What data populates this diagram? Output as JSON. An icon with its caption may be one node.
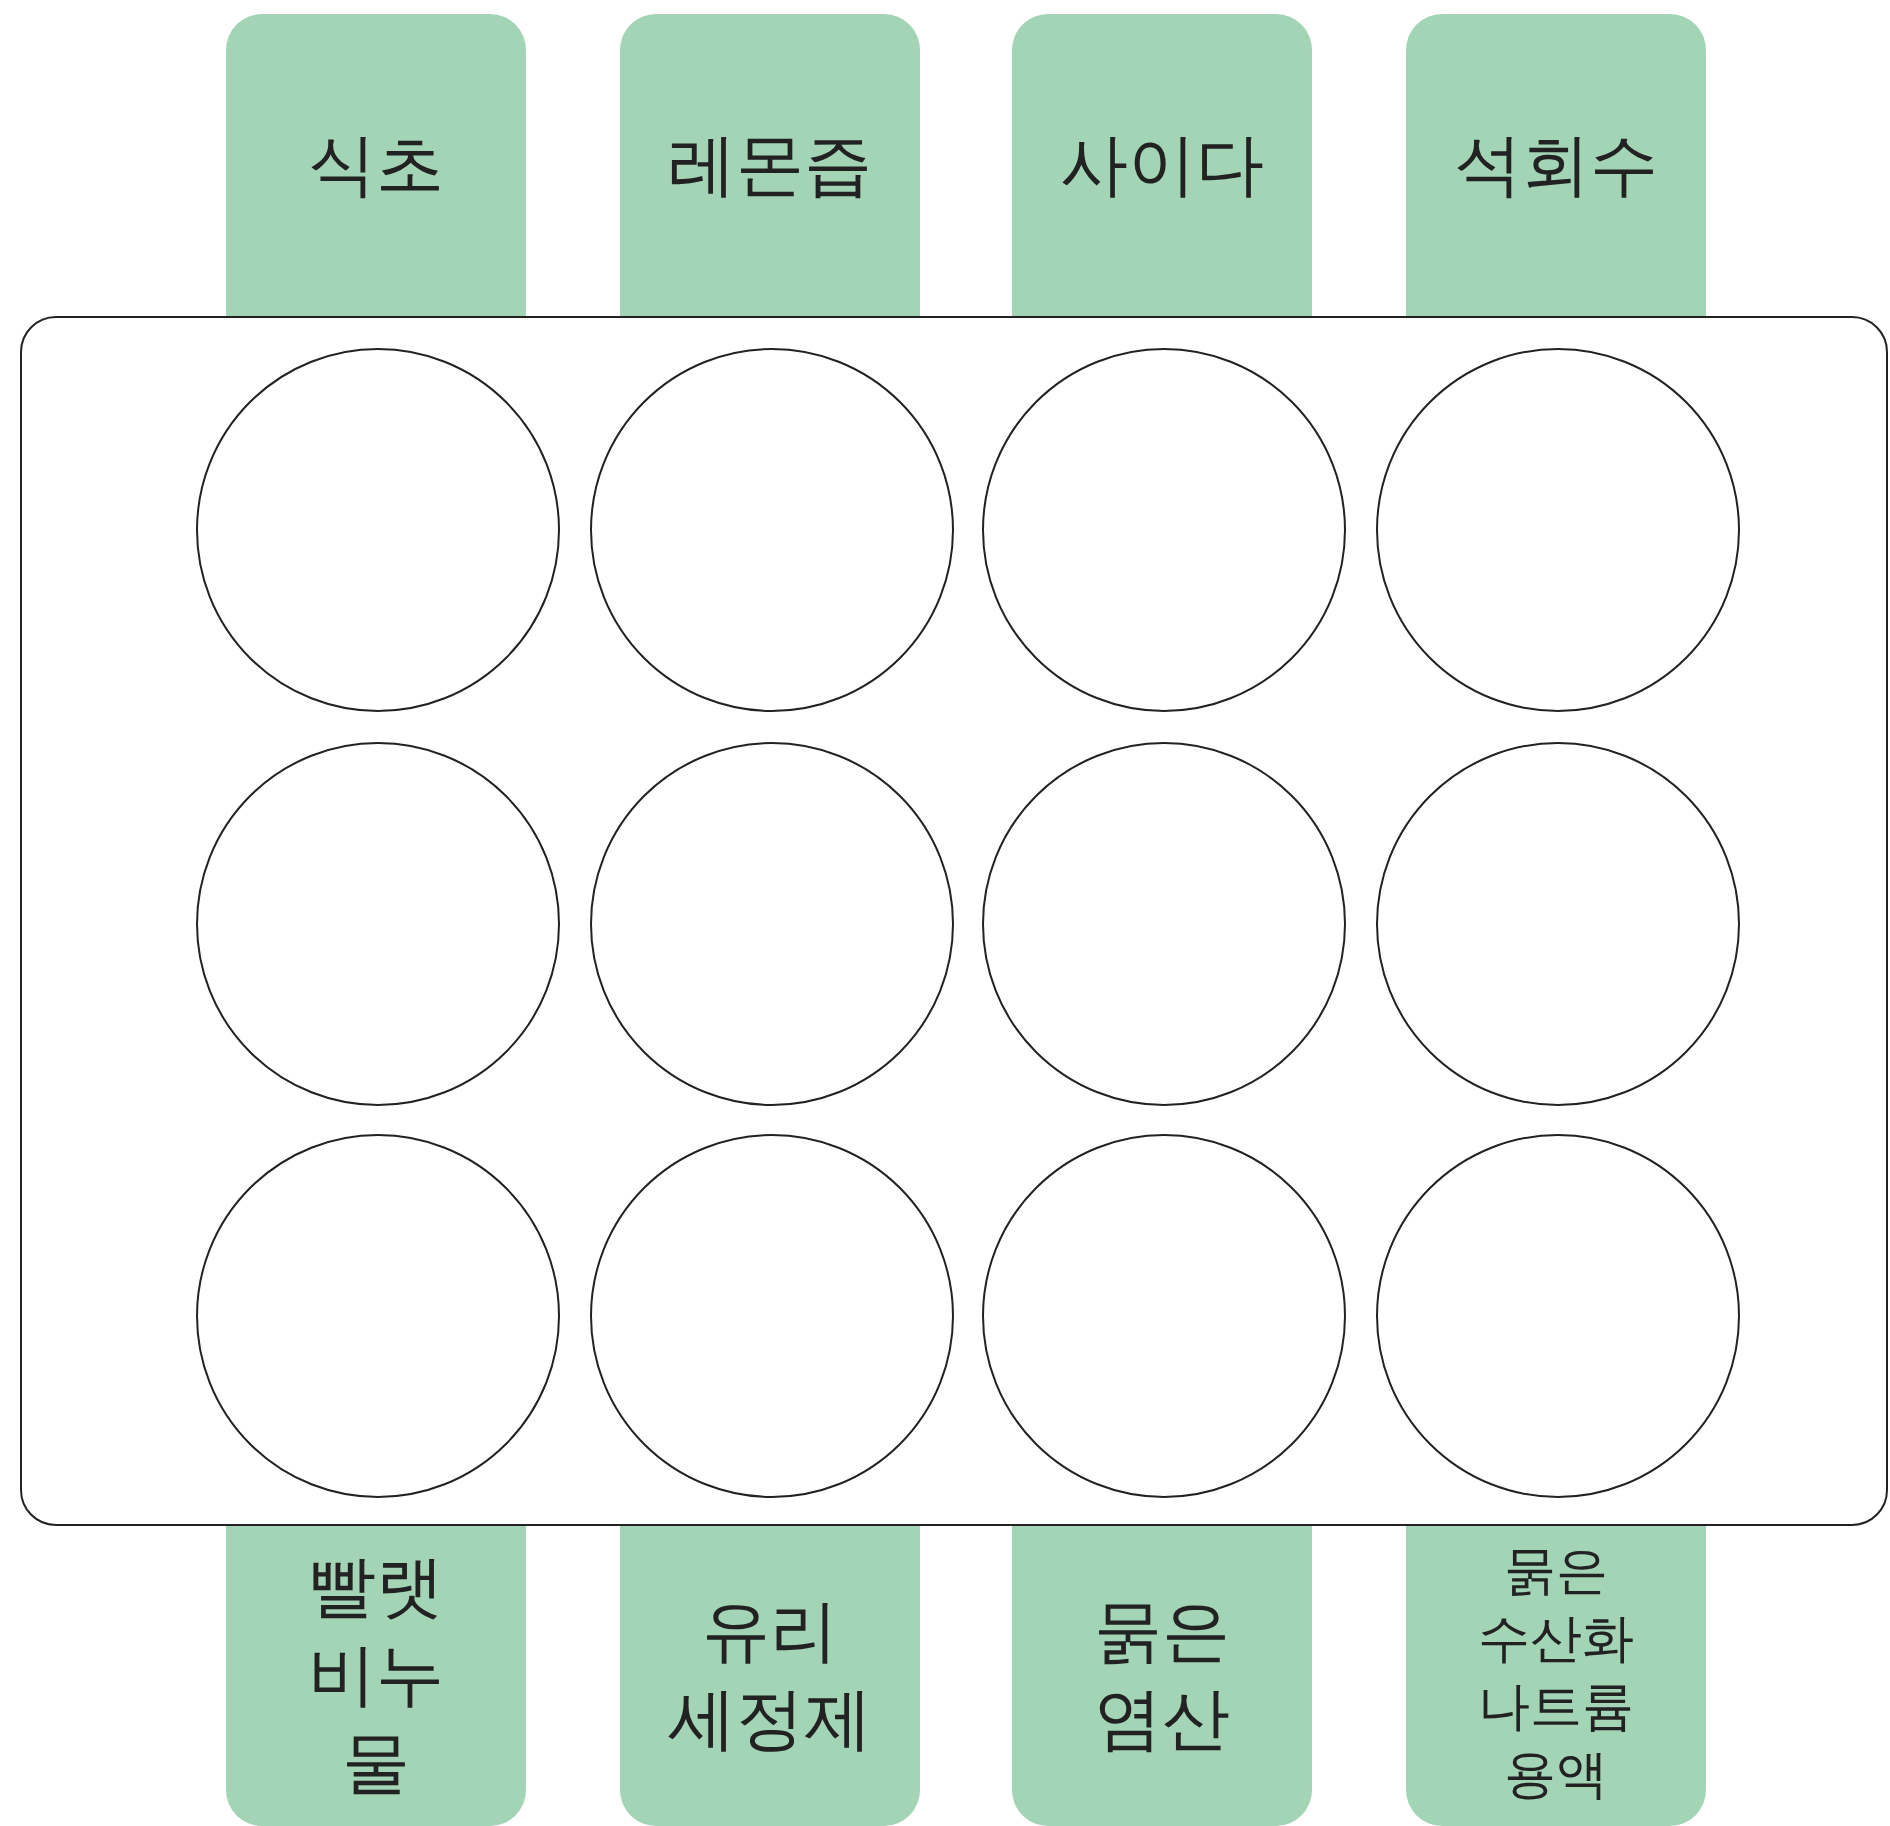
{
  "diagram": {
    "nodes": [
      {
        "text": [
          "식초"
        ]
      },
      {
        "text": [
          "레몬즙"
        ]
      },
      {
        "text": [
          "사이다"
        ]
      },
      {
        "text": [
          "석회수"
        ]
      },
      {
        "text": [],
        "shape": "box"
      },
      {
        "text": [],
        "shape": "circle",
        "in": 4
      },
      {
        "text": [],
        "shape": "circle",
        "in": 4
      },
      {
        "text": [],
        "shape": "circle",
        "in": 4
      },
      {
        "text": [],
        "shape": "circle",
        "in": 4
      },
      {
        "text": [],
        "shape": "circle",
        "in": 4
      },
      {
        "text": [],
        "shape": "circle",
        "in": 4
      },
      {
        "text": [],
        "shape": "circle",
        "in": 4
      },
      {
        "text": [],
        "shape": "circle",
        "in": 4
      },
      {
        "text": [],
        "shape": "circle",
        "in": 4
      },
      {
        "text": [],
        "shape": "circle",
        "in": 4
      },
      {
        "text": [],
        "shape": "circle",
        "in": 4
      },
      {
        "text": [],
        "shape": "circle",
        "in": 4
      },
      {
        "text": [
          "빨랫 비누 물"
        ]
      },
      {
        "text": [
          "유리 세정제"
        ]
      },
      {
        "text": [
          "묽은 염산"
        ]
      },
      {
        "text": [
          "묽은 수산화 나트륨 용액"
        ]
      }
    ]
  }
}
